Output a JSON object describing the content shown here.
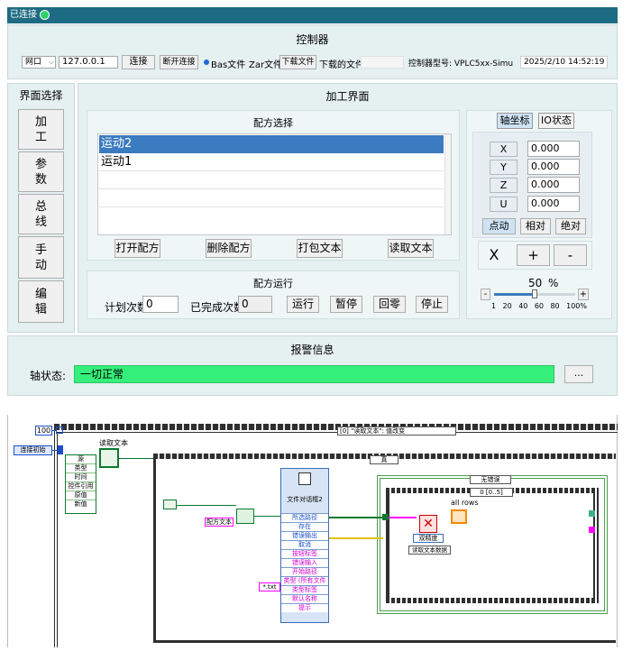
{
  "titlebar": {
    "status": "已连接"
  },
  "controller": {
    "title": "控制器",
    "port_type": "网口",
    "ip": "127.0.0.1",
    "connect": "连接",
    "disconnect": "断开连接",
    "bas_file": "Bas文件",
    "zar_file": "Zar文件",
    "download": "下载文件",
    "downloaded_label": "下载的文件:",
    "downloaded_value": "",
    "model": "控制器型号: VPLC5xx-Simu",
    "datetime": "2025/2/10 14:52:19"
  },
  "sidebar": {
    "title": "界面选择",
    "items": [
      {
        "label": "加\n工"
      },
      {
        "label": "参\n数"
      },
      {
        "label": "总\n线"
      },
      {
        "label": "手\n动"
      },
      {
        "label": "编\n辑"
      }
    ]
  },
  "main": {
    "title": "加工界面",
    "recipe": {
      "title": "配方选择",
      "items": [
        "运动2",
        "运动1"
      ],
      "open": "打开配方",
      "delete": "删除配方",
      "pack": "打包文本",
      "read": "读取文本"
    },
    "run": {
      "title": "配方运行",
      "plan_label": "计划次数",
      "plan_value": "0",
      "done_label": "已完成次数",
      "done_value": "0",
      "run": "运行",
      "pause": "暂停",
      "home": "回零",
      "stop": "停止"
    },
    "axis": {
      "tab_coords": "轴坐标",
      "tab_io": "IO状态",
      "rows": [
        {
          "name": "X",
          "value": "0.000"
        },
        {
          "name": "Y",
          "value": "0.000"
        },
        {
          "name": "Z",
          "value": "0.000"
        },
        {
          "name": "U",
          "value": "0.000"
        }
      ],
      "jog": "点动",
      "relative": "相对",
      "absolute": "绝对",
      "selected_axis": "X",
      "plus": "+",
      "minus": "-",
      "speed_value": "50",
      "speed_unit": "%",
      "speed_fraction": 0.5,
      "slider_minus": "-",
      "slider_plus": "+",
      "ticks": [
        "1",
        "20",
        "40",
        "60",
        "80",
        "100%"
      ]
    }
  },
  "alarm": {
    "title": "报警信息",
    "axis_status_label": "轴状态:",
    "axis_status_value": "一切正常",
    "more": "..."
  },
  "block": {
    "const_100": "100",
    "connect_node": "连接初始",
    "event_cluster": [
      "源",
      "类型",
      "时间",
      "控件引用",
      "原值",
      "新值"
    ],
    "read_text_label": "读取文本",
    "case_event": "[0] \"读取文本\": 值改变",
    "case_true": "真",
    "case_notimeout": "无错误",
    "case_range": "0 [0..5]",
    "all_rows": "all rows",
    "recipe_text": "配方文本",
    "txt": "*.txt",
    "dialog_title": "文件对话框2",
    "dialog_terms": [
      "所选路径",
      "存在",
      "错误输出",
      "取消",
      "按钮标签",
      "错误输入",
      "开始路径",
      "类型 (所有文件",
      "类型标签",
      "默认名称",
      "提示"
    ],
    "double_label": "双精度",
    "read_data": "读取文本数据"
  },
  "colors": {
    "titlebar": "#1d6b82",
    "status_ok": "#2fd06a",
    "panel": "#e5f0f0",
    "selected_row": "#3b7bbf",
    "active_tab": "#cfe3f5",
    "lv_frame": "#2f2f2f",
    "lv_green": "#8bbf8b",
    "lv_pink": "#ff00ff"
  }
}
